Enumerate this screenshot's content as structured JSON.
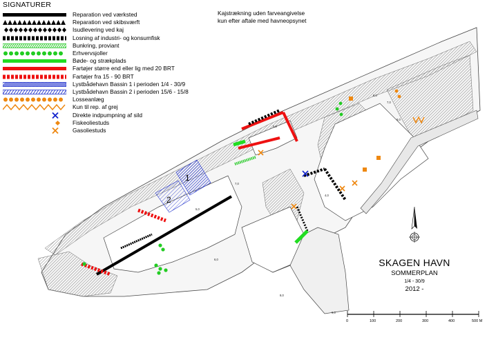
{
  "legend": {
    "title": "SIGNATURER",
    "items": [
      {
        "label": "Reparation ved værksted",
        "style": "solid",
        "color": "#000000"
      },
      {
        "label": "Reparation ved skibsværft",
        "style": "triangles",
        "color": "#000000"
      },
      {
        "label": "Isudlevering ved kaj",
        "style": "diamonds",
        "color": "#000000"
      },
      {
        "label": "Losning af industri- og konsumfisk",
        "style": "dashed",
        "color": "#000000"
      },
      {
        "label": "Bunkring, proviant",
        "style": "hatched",
        "color": "#33cc33"
      },
      {
        "label": "Erhvervsjoller",
        "style": "dots",
        "color": "#22cc22"
      },
      {
        "label": "Bøde- og strækplads",
        "style": "solid",
        "color": "#22dd22"
      },
      {
        "label": "Fartøjer større end eller lig med 20 BRT",
        "style": "solid",
        "color": "#ee1111"
      },
      {
        "label": "Fartøjer fra 15 - 90 BRT",
        "style": "dashed",
        "color": "#ee1111"
      },
      {
        "label": "Lystbådehavn Bassin 1 i perioden 1/4 - 30/9",
        "style": "hatched-dense",
        "color": "#2233cc"
      },
      {
        "label": "Lystbådehavn Bassin 2 i perioden 15/6 - 15/8",
        "style": "hatched-sparse",
        "color": "#2233cc"
      },
      {
        "label": "Losseanlæg",
        "style": "dots",
        "color": "#ee8811"
      },
      {
        "label": "Kun til rep. af grej",
        "style": "zigzag",
        "color": "#ee8811"
      },
      {
        "label": "Direkte indpumpning af sild",
        "style": "x",
        "color": "#1122cc"
      },
      {
        "label": "Fiskeoliestuds",
        "style": "diamond",
        "color": "#ee8811"
      },
      {
        "label": "Gasoliestuds",
        "style": "x",
        "color": "#ee8811"
      }
    ]
  },
  "note": {
    "line1": "Kajstrækning uden farveangivelse",
    "line2": "kun efter aftale med havneopsynet"
  },
  "map": {
    "title": "SKAGEN HAVN",
    "subtitle": "SOMMERPLAN",
    "period": "1/4 - 30/9",
    "year": "2012 -",
    "basin_labels": [
      "1",
      "2"
    ],
    "depths": [
      "7,0",
      "6,0",
      "5,0",
      "4,0",
      "8,0",
      "6,0",
      "9,0",
      "7,0",
      "5,0",
      "6,0"
    ],
    "scale": {
      "ticks": [
        "0",
        "100",
        "200",
        "300",
        "400",
        "500 M"
      ]
    }
  }
}
